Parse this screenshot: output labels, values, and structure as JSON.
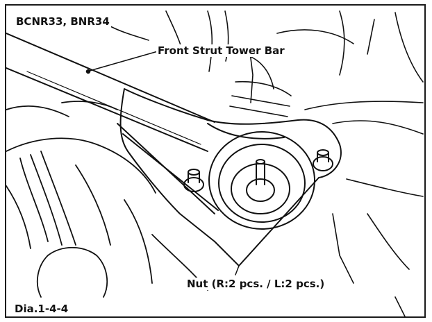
{
  "labels": {
    "model": "BCNR33, BNR34",
    "strut_bar": "Front Strut Tower Bar",
    "nut": "Nut (R:2 pcs. / L:2 pcs.)",
    "figure_id": "Dia.1-4-4"
  },
  "colors": {
    "ink": "#111111",
    "paper": "#ffffff",
    "border": "#1a1a1a"
  }
}
